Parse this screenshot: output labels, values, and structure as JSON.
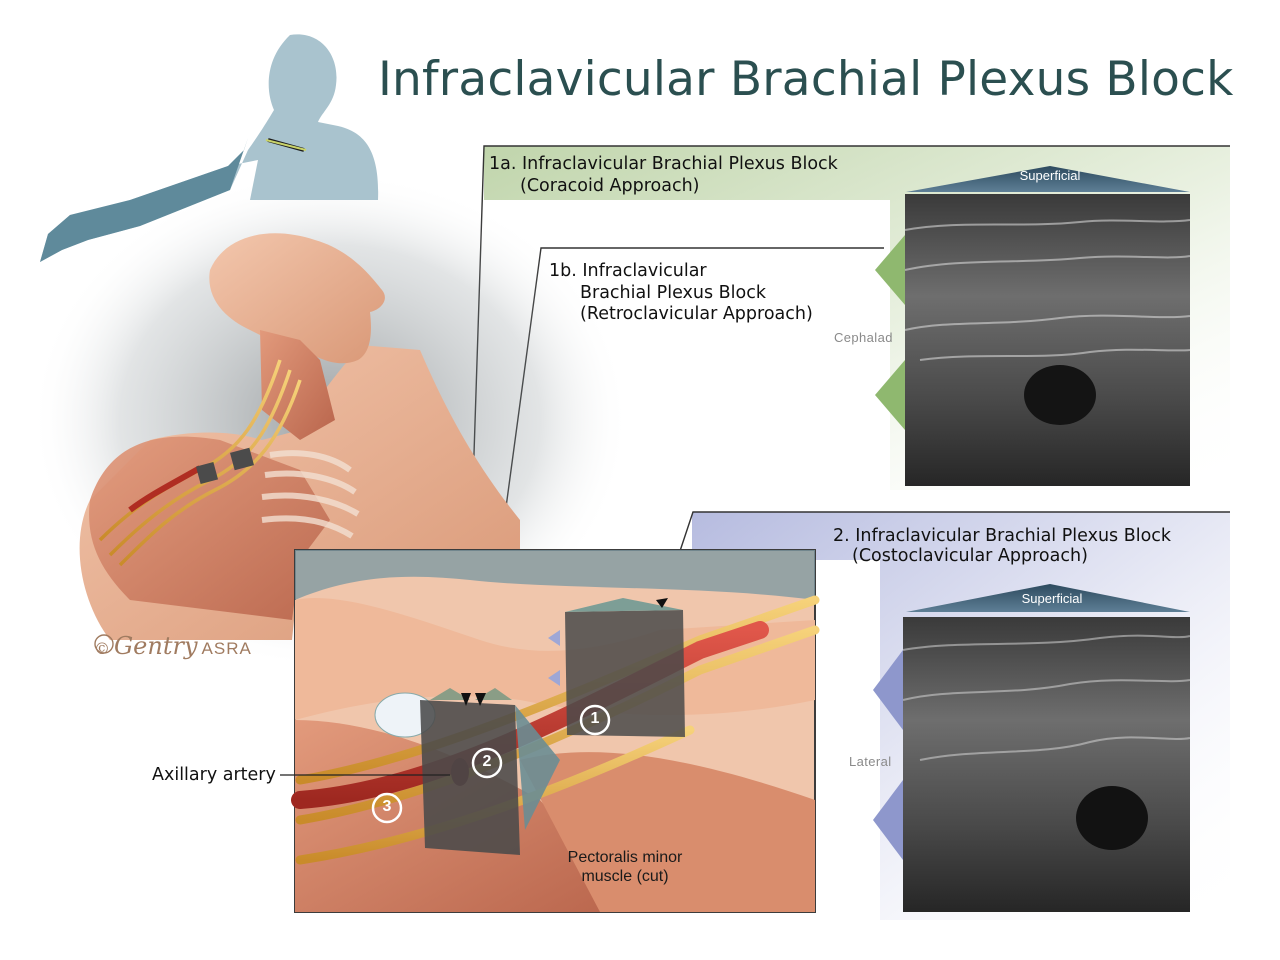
{
  "title": "Infraclavicular Brachial Plexus Block",
  "panels": {
    "coracoid": {
      "line1": "1a. Infraclavicular Brachial Plexus Block",
      "line2": "(Coracoid Approach)"
    },
    "retroclavicular": {
      "line1": "1b. Infraclavicular",
      "line2": "Brachial Plexus Block",
      "line3": "(Retroclavicular Approach)"
    },
    "costoclavicular": {
      "line1": "2. Infraclavicular Brachial Plexus Block",
      "line2": "(Costoclavicular Approach)"
    }
  },
  "ultrasound_top": {
    "superficial_label": "Superficial",
    "side_label": "Cephalad"
  },
  "ultrasound_bottom": {
    "superficial_label": "Superficial",
    "side_label": "Lateral"
  },
  "inset": {
    "axillary_label": "Axillary artery",
    "pectoralis_line1": "Pectoralis minor",
    "pectoralis_line2": "muscle (cut)",
    "markers": [
      "1",
      "2",
      "3"
    ]
  },
  "signature": {
    "copyright": "©",
    "artist": "Gentry",
    "org": "ASRA"
  },
  "colors": {
    "title": "#2b4f50",
    "green_panel": "#c9dbb8",
    "blue_panel": "#c9cde6",
    "green_tri": "#8fb86f",
    "blue_tri": "#8e97cc",
    "artery": "#c0392b",
    "nerve": "#e8b24a"
  }
}
